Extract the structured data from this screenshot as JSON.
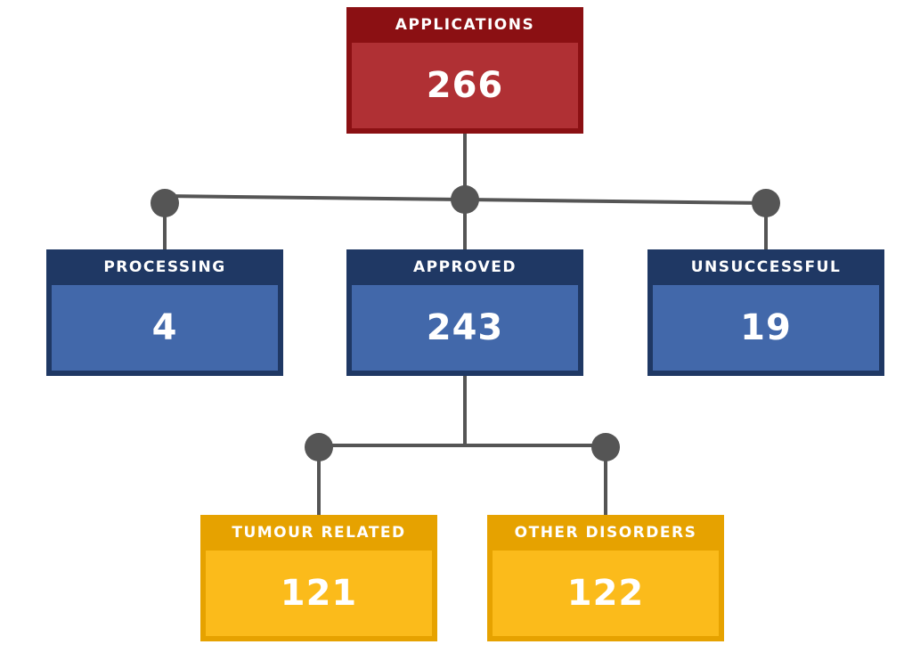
{
  "colors": {
    "root_header": "#8b1013",
    "root_body": "#b03034",
    "level1_header": "#1f3864",
    "level1_body": "#4268aa",
    "level2_header": "#e6a200",
    "level2_body": "#fbbb1b",
    "connector": "#555555"
  },
  "root": {
    "label": "APPLICATIONS",
    "value": "266"
  },
  "outcomes": [
    {
      "label": "PROCESSING",
      "value": "4"
    },
    {
      "label": "APPROVED",
      "value": "243"
    },
    {
      "label": "UNSUCCESSFUL",
      "value": "19"
    }
  ],
  "approved_breakdown": [
    {
      "label": "TUMOUR RELATED",
      "value": "121"
    },
    {
      "label": "OTHER DISORDERS",
      "value": "122"
    }
  ]
}
